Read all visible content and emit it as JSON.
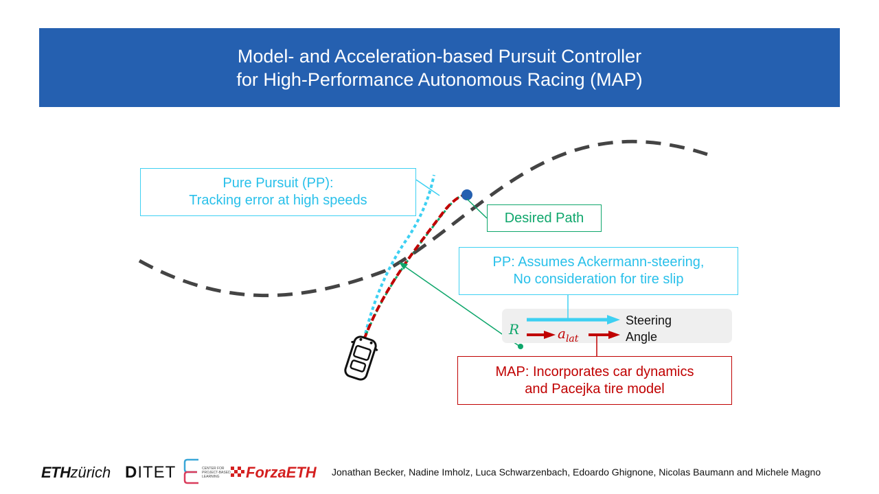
{
  "title": {
    "line1": "Model- and Acceleration-based Pursuit Controller",
    "line2": "for High-Performance Autonomous Racing (MAP)"
  },
  "callouts": {
    "pp": {
      "line1": "Pure Pursuit (PP):",
      "line2": "Tracking error at high speeds"
    },
    "desired_path": "Desired Path",
    "pp_assumption": {
      "line1": "PP: Assumes Ackermann-steering,",
      "line2": "No consideration for tire slip"
    },
    "map": {
      "line1": "MAP: Incorporates car dynamics",
      "line2": "and Pacejka tire model"
    }
  },
  "flow": {
    "input_symbol": "R",
    "intermediate_symbol": "a",
    "intermediate_subscript": "lat",
    "output_line1": "Steering",
    "output_line2": "Angle"
  },
  "footer": {
    "logo_eth_bold": "ETH",
    "logo_eth_rest": "zürich",
    "logo_ditet_bold": "D",
    "logo_ditet_rest": "ITET",
    "logo_pbl_line1": "CENTER FOR",
    "logo_pbl_line2": "PROJECT-BASED",
    "logo_pbl_line3": "LEARNING",
    "logo_forza": "ForzaETH",
    "authors": "Jonathan Becker, Nadine Imholz, Luca Schwarzenbach, Edoardo Ghignone, Nicolas Baumann and Michele Magno"
  },
  "colors": {
    "banner": "#2560b0",
    "pure_pursuit": "#3dd0f2",
    "desired_path": "#0ea66b",
    "map": "#c00000",
    "track": "#444444"
  }
}
